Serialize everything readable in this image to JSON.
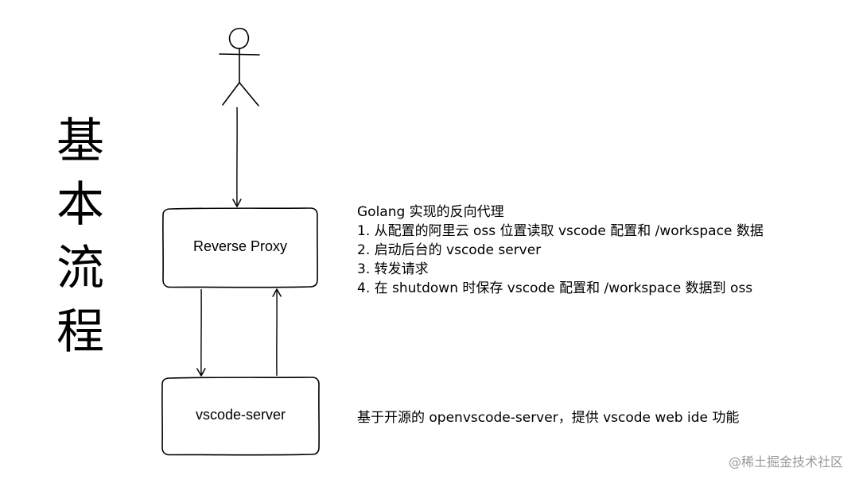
{
  "title_chars": [
    "基",
    "本",
    "流",
    "程"
  ],
  "proxy_box": {
    "label": "Reverse Proxy"
  },
  "server_box": {
    "label": "vscode-server"
  },
  "proxy_notes": [
    "Golang 实现的反向代理",
    "1. 从配置的阿里云 oss 位置读取 vscode 配置和 /workspace 数据",
    "2. 启动后台的 vscode server",
    "3. 转发请求",
    "4. 在 shutdown 时保存 vscode 配置和 /workspace 数据到 oss"
  ],
  "server_note": "基于开源的 openvscode-server，提供 vscode web ide 功能",
  "watermark": "@稀土掘金技术社区",
  "icons": {
    "user": "stick-figure-user-icon"
  },
  "colors": {
    "stroke": "#000000",
    "background": "#ffffff",
    "watermark": "#9a9a9a"
  }
}
